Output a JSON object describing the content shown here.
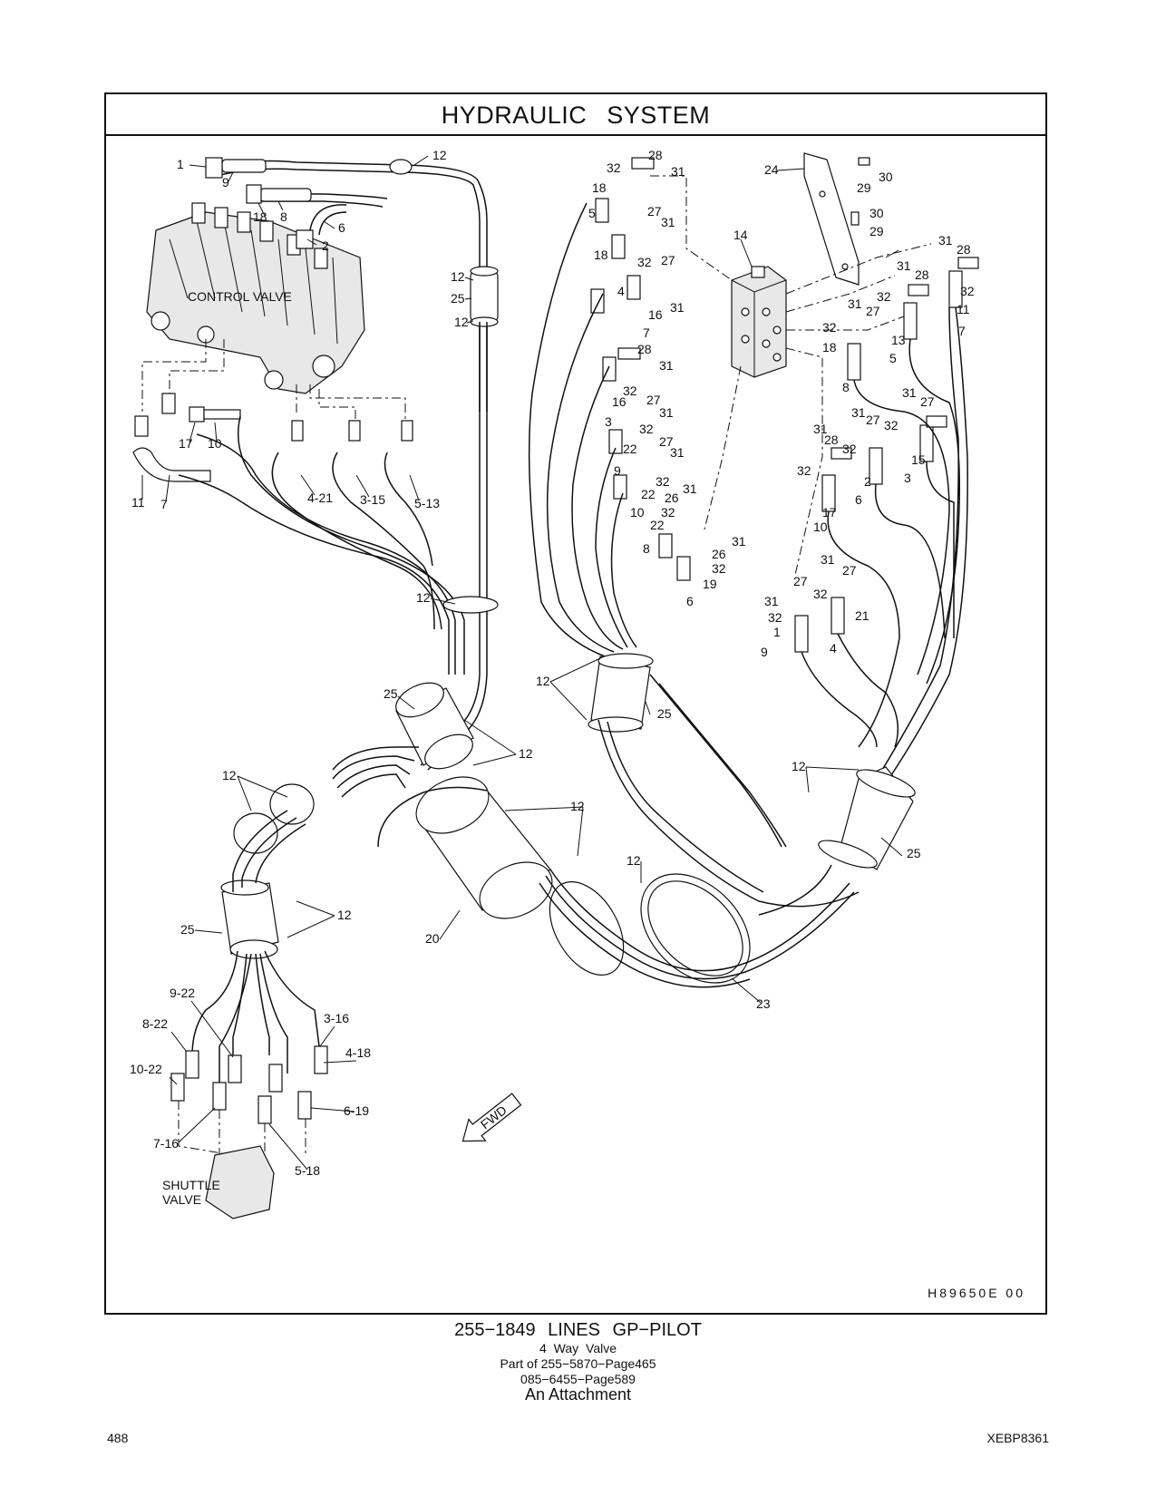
{
  "title": "HYDRAULIC SYSTEM",
  "drawing_code": "H89650E 00",
  "caption": {
    "main": "255−1849 LINES GP−PILOT",
    "sub": "4 Way Valve",
    "part_of_1": "Part of 255−5870−Page465",
    "part_of_2": "085−6455−Page589",
    "attachment": "An Attachment"
  },
  "page_number": "488",
  "document_id": "XEBP8361",
  "component_labels": {
    "control_valve": "CONTROL VALVE",
    "shuttle_valve_1": "SHUTTLE",
    "shuttle_valve_2": "VALVE",
    "fwd": "FWD"
  },
  "callouts": {
    "c1": "1",
    "c9": "9",
    "c12a": "12",
    "c18": "18",
    "c8": "8",
    "c6": "6",
    "c2": "2",
    "c12b": "12",
    "c25a": "25",
    "c12c": "12",
    "c17": "17",
    "c10": "10",
    "c11": "11",
    "c7": "7",
    "c4_21": "4-21",
    "c3_15": "3-15",
    "c5_13": "5-13",
    "c12d": "12",
    "c28a": "28",
    "c32a": "32",
    "c31a": "31",
    "c18b": "18",
    "c5b": "5",
    "c27a": "27",
    "c31b": "31",
    "c18c": "18",
    "c4b": "4",
    "c32b": "32",
    "c27b": "27",
    "c16a": "16",
    "c7b": "7",
    "c31c": "31",
    "c28b": "28",
    "c31d": "31",
    "c32c": "32",
    "c16b": "16",
    "c27c": "27",
    "c31e": "31",
    "c3b": "3",
    "c32d": "32",
    "c27d": "27",
    "c31f": "31",
    "c22a": "22",
    "c9b": "9",
    "c32e": "32",
    "c22b": "22",
    "c26a": "26",
    "c31g": "31",
    "c10b": "10",
    "c32f": "32",
    "c22c": "22",
    "c31h": "31",
    "c8b": "8",
    "c26b": "26",
    "c32g": "32",
    "c19": "19",
    "c6b": "6",
    "c24": "24",
    "c29a": "29",
    "c30a": "30",
    "c30b": "30",
    "c29b": "29",
    "c14": "14",
    "c31i": "31",
    "c28c": "28",
    "c31j": "31",
    "c28d": "28",
    "c32h": "32",
    "c11b": "11",
    "c31k": "31",
    "c32i": "32",
    "c27e": "27",
    "c7c": "7",
    "c32j": "32",
    "c13": "13",
    "c18d": "18",
    "c5c": "5",
    "c8c": "8",
    "c31l": "31",
    "c27f": "27",
    "c31m": "31",
    "c27g": "27",
    "c32k": "32",
    "c15": "15",
    "c31n": "31",
    "c28e": "28",
    "c32l": "32",
    "c2b": "2",
    "c3c": "3",
    "c32m": "32",
    "c17b": "17",
    "c6c": "6",
    "c10c": "10",
    "c31o": "31",
    "c27h": "27",
    "c27i": "27",
    "c32n": "32",
    "c31p": "31",
    "c21": "21",
    "c32o": "32",
    "c1b": "1",
    "c9c": "9",
    "c4c": "4",
    "c12e": "12",
    "c25b": "25",
    "c25c": "25",
    "c12f": "12",
    "c12g": "12",
    "c12h": "12",
    "c25d": "25",
    "c12i": "12",
    "c12j": "12",
    "c12k": "12",
    "c25e": "25",
    "c20": "20",
    "c23": "23",
    "c9_22": "9-22",
    "c8_22": "8-22",
    "c10_22": "10-22",
    "c3_16": "3-16",
    "c4_18": "4-18",
    "c6_19": "6-19",
    "c7_16": "7-16",
    "c5_18": "5-18"
  }
}
